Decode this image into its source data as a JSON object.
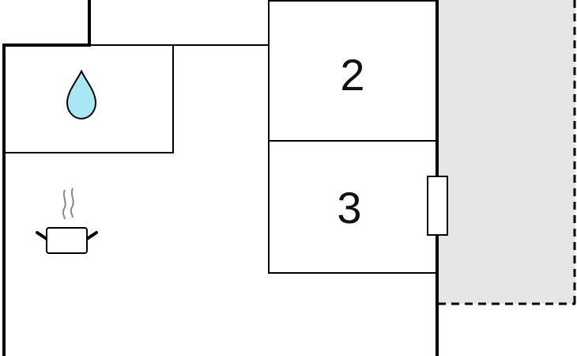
{
  "floorplan": {
    "rooms": [
      {
        "id": "room-2",
        "label": "2"
      },
      {
        "id": "room-3",
        "label": "3"
      }
    ],
    "icons": {
      "water": "water-drop-icon",
      "kitchen": "cooking-pot-icon",
      "door": "door-icon"
    },
    "colors": {
      "wall": "#000000",
      "terrace_fill": "#e6e6e6",
      "water_fill": "#a8e8f2",
      "steam": "#888888",
      "background": "#ffffff"
    }
  }
}
